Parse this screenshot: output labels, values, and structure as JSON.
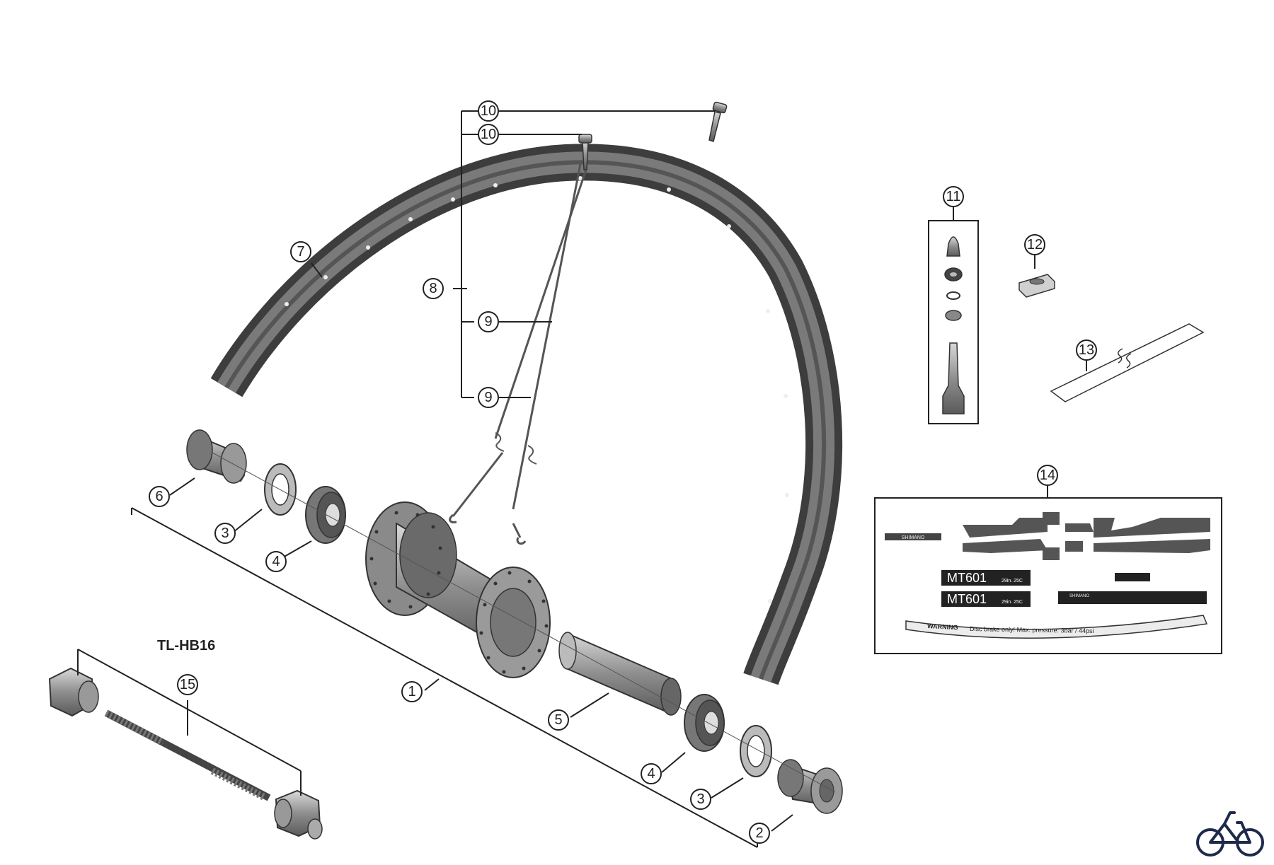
{
  "tool_label": "TL-HB16",
  "callouts": [
    "1",
    "2",
    "3",
    "3",
    "4",
    "4",
    "5",
    "6",
    "7",
    "8",
    "9",
    "9",
    "10",
    "10",
    "11",
    "12",
    "13",
    "14",
    "15"
  ],
  "decal_sheet": {
    "brand": "SHIMANO",
    "model_1": "MT601",
    "size_1": "29in. 25C",
    "model_2": "MT601",
    "size_2": "29in. 25C",
    "warning": "WARNING",
    "warning_text": "Disc brake only!  Max. pressure: 3bar / 44psi"
  },
  "colors": {
    "line": "#222222",
    "part_dark": "#4a4a4a",
    "part_mid": "#8c8c8c",
    "part_light": "#c8c8c8"
  }
}
